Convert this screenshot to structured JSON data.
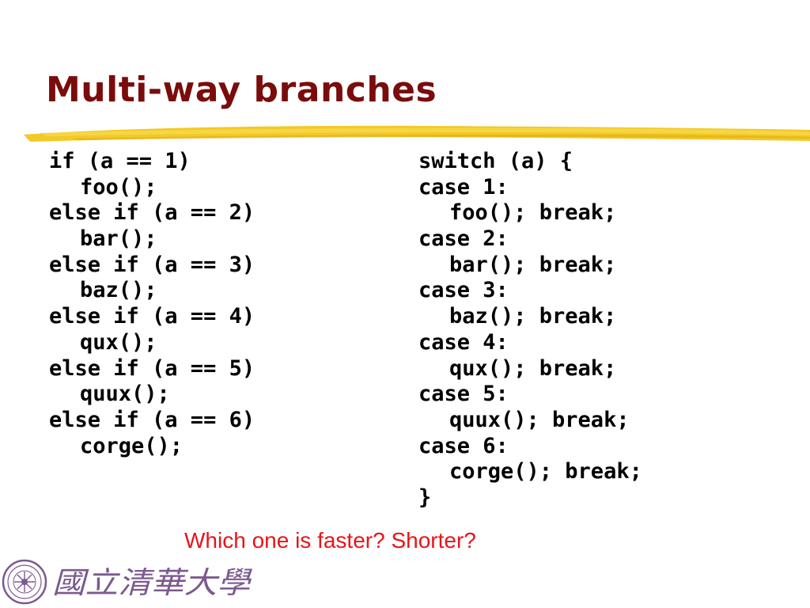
{
  "slide": {
    "title": "Multi-way branches",
    "code_left": [
      {
        "text": "if (a == 1)",
        "indent": false
      },
      {
        "text": "foo();",
        "indent": true
      },
      {
        "text": "else if (a == 2)",
        "indent": false
      },
      {
        "text": "bar();",
        "indent": true
      },
      {
        "text": "else if (a == 3)",
        "indent": false
      },
      {
        "text": "baz();",
        "indent": true
      },
      {
        "text": "else if (a == 4)",
        "indent": false
      },
      {
        "text": "qux();",
        "indent": true
      },
      {
        "text": "else if (a == 5)",
        "indent": false
      },
      {
        "text": "quux();",
        "indent": true
      },
      {
        "text": "else if (a == 6)",
        "indent": false
      },
      {
        "text": "corge();",
        "indent": true
      }
    ],
    "code_right": [
      {
        "text": "switch (a) {",
        "indent": false
      },
      {
        "text": "case 1:",
        "indent": false
      },
      {
        "text": "foo(); break;",
        "indent": true
      },
      {
        "text": "case 2:",
        "indent": false
      },
      {
        "text": "bar(); break;",
        "indent": true
      },
      {
        "text": "case 3:",
        "indent": false
      },
      {
        "text": "baz(); break;",
        "indent": true
      },
      {
        "text": "case 4:",
        "indent": false
      },
      {
        "text": "qux(); break;",
        "indent": true
      },
      {
        "text": "case 5:",
        "indent": false
      },
      {
        "text": "quux(); break;",
        "indent": true
      },
      {
        "text": "case 6:",
        "indent": false
      },
      {
        "text": "corge(); break;",
        "indent": true
      },
      {
        "text": "}",
        "indent": false
      }
    ],
    "question": "Which one is faster? Shorter?",
    "logo_text": "國立清華大學"
  },
  "colors": {
    "title": "#7a0c0c",
    "underline": "#f2c51c",
    "question": "#e8141b",
    "logo": "#7b5a8f"
  },
  "icons": {
    "underline": "yellow-brush-stroke",
    "logo": "university-seal-icon"
  }
}
